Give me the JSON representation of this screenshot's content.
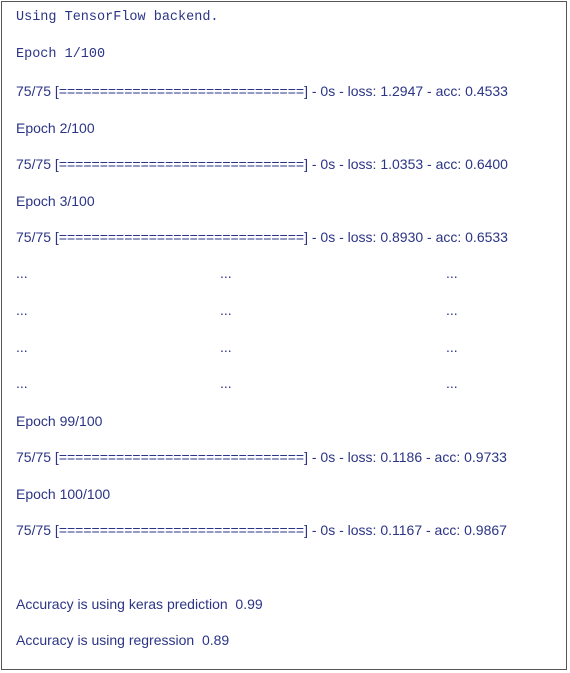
{
  "log": {
    "backend_line": "Using TensorFlow backend.",
    "epoch_1_label": "Epoch 1/100",
    "epoch_1_progress": "75/75 [==============================] - 0s - loss: 1.2947 - acc: 0.4533",
    "epoch_2_label": "Epoch 2/100",
    "epoch_2_progress": "75/75 [==============================] - 0s - loss: 1.0353 - acc: 0.6400",
    "epoch_3_label": "Epoch 3/100",
    "epoch_3_progress": "75/75 [==============================] - 0s - loss: 0.8930 - acc: 0.6533",
    "ellipsis": "...",
    "epoch_99_label": "Epoch 99/100",
    "epoch_99_progress": "75/75 [==============================] - 0s - loss: 0.1186 - acc: 0.9733",
    "epoch_100_label": "Epoch 100/100",
    "epoch_100_progress": "75/75 [==============================] - 0s - loss: 0.1167 - acc: 0.9867",
    "keras_accuracy": "Accuracy is using keras prediction  0.99",
    "regression_accuracy": "Accuracy is using regression  0.89"
  },
  "colors": {
    "text": "#2b3486",
    "border": "#555555",
    "background": "#ffffff"
  }
}
